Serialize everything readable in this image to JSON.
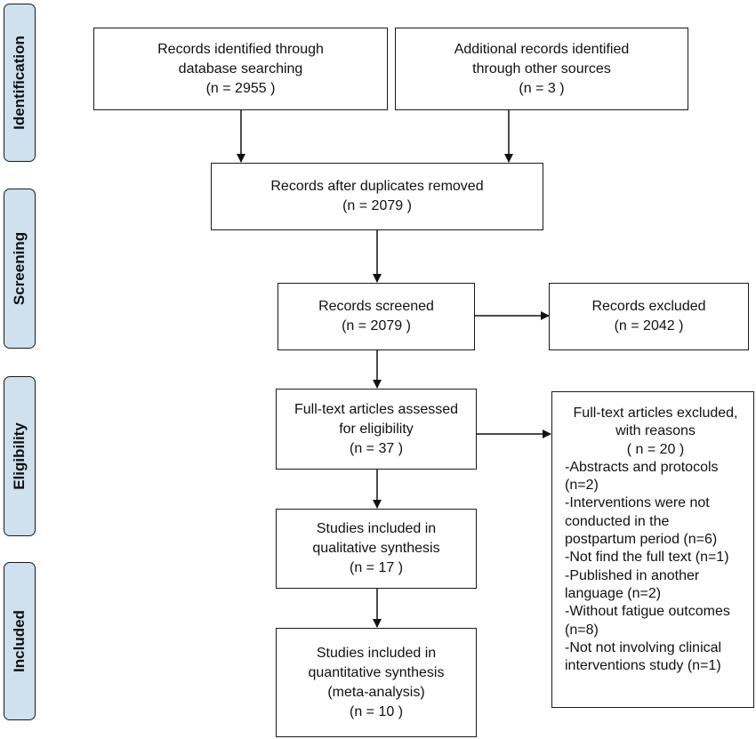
{
  "stages": {
    "identification": "Identification",
    "screening": "Screening",
    "eligibility": "Eligibility",
    "included": "Included"
  },
  "boxes": {
    "db_search": {
      "line1": "Records identified through",
      "line2": "database searching",
      "count": "(n = 2955 )"
    },
    "other_sources": {
      "line1": "Additional records identified",
      "line2": "through other sources",
      "count": "(n = 3 )"
    },
    "duplicates_removed": {
      "line1": "Records after duplicates removed",
      "count": "(n = 2079 )"
    },
    "screened": {
      "line1": "Records screened",
      "count": "(n = 2079 )"
    },
    "excluded": {
      "line1": "Records excluded",
      "count": "(n = 2042 )"
    },
    "fulltext_assessed": {
      "line1": "Full-text articles assessed",
      "line2": "for eligibility",
      "count": "(n = 37 )"
    },
    "qualitative": {
      "line1": "Studies included in",
      "line2": "qualitative synthesis",
      "count": "(n = 17 )"
    },
    "quantitative": {
      "line1": "Studies included in",
      "line2": "quantitative synthesis",
      "line3": "(meta-analysis)",
      "count": "(n = 10 )"
    },
    "fulltext_excluded": {
      "head1": "Full-text articles excluded,",
      "head2": "with reasons",
      "count": "( n = 20 )",
      "reasons": [
        "-Abstracts and protocols",
        "(n=2)",
        "-Interventions were not",
        "conducted in the",
        "postpartum period  (n=6)",
        "-Not find the full text (n=1)",
        "-Published in another",
        "language (n=2)",
        "-Without fatigue outcomes",
        "(n=8)",
        "-Not not involving clinical",
        "interventions study (n=1)"
      ]
    }
  }
}
